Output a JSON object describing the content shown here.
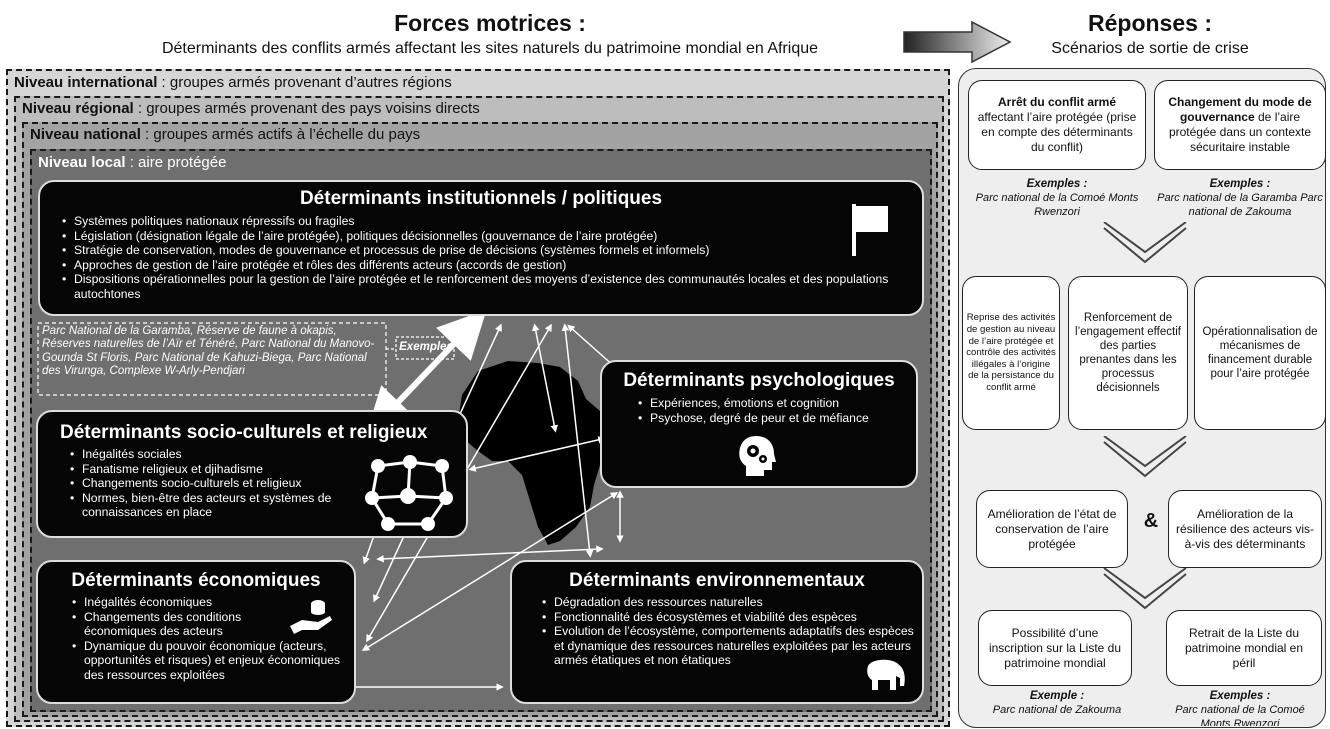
{
  "header": {
    "left_title": "Forces motrices :",
    "left_subtitle": "Déterminants des conflits armés affectant les sites naturels du patrimoine mondial en Afrique",
    "right_title": "Réponses :",
    "right_subtitle": "Scénarios de sortie de crise"
  },
  "levels": {
    "international": {
      "name": "Niveau international",
      "desc": " : groupes armés provenant  d’autres régions"
    },
    "regional": {
      "name": "Niveau régional",
      "desc": " : groupes armés provenant  des pays voisins directs"
    },
    "national": {
      "name": "Niveau national",
      "desc": " : groupes armés actifs à l’échelle du pays"
    },
    "local": {
      "name": "Niveau local",
      "desc": " : aire protégée"
    }
  },
  "determinants": {
    "institutional": {
      "title": "Déterminants institutionnels / politiques",
      "items": [
        "Systèmes politiques nationaux répressifs ou fragiles",
        "Législation (désignation légale de l’aire protégée), politiques décisionnelles (gouvernance de l’aire protégée)",
        "Stratégie de conservation, modes de gouvernance  et processus de prise de décisions (systèmes formels et informels)",
        "Approches de gestion de l’aire protégée et rôles des différents acteurs (accords de gestion)",
        "Dispositions opérationnelles  pour la gestion de l’aire protégée et le renforcement  des moyens d’existence des communautés locales et des populations autochtones"
      ]
    },
    "psychological": {
      "title": "Déterminants psychologiques",
      "items": [
        "Expériences, émotions et cognition",
        "Psychose, degré de peur et de méfiance"
      ]
    },
    "sociocultural": {
      "title": "Déterminants socio-culturels et religieux",
      "items": [
        "Inégalités sociales",
        "Fanatisme religieux et djihadisme",
        "Changements  socio-culturels et religieux",
        "Normes, bien-être des acteurs et systèmes de connaissances en place"
      ]
    },
    "economic": {
      "title": "Déterminants économiques",
      "items": [
        "Inégalités économiques",
        "Changements des conditions économiques des acteurs",
        "Dynamique du pouvoir économique (acteurs, opportunités et risques) et enjeux économiques des ressources exploitées"
      ]
    },
    "environmental": {
      "title": "Déterminants environnementaux",
      "items": [
        "Dégradation  des ressources naturelles",
        "Fonctionnalité des écosystèmes et viabilité des espèces",
        "Evolution de l’écosystème, comportements adaptatifs des espèces et dynamique des ressources naturelles exploitées par les acteurs armés étatiques et non étatiques"
      ]
    }
  },
  "examples_box": {
    "text": "Parc National de la Garamba, Réserve de faune à okapis, Réserves naturelles de l’Aïr et Ténéré, Parc National du Manovo-Gounda St Floris, Parc National de Kahuzi-Biega, Parc National des Virunga, Complexe W-Arly-Pendjari",
    "label": "Exemples"
  },
  "responses": {
    "stage1": [
      {
        "bold": "Arrêt du conflit armé",
        "rest": " affectant l’aire protégée (prise en compte des déterminants du conflit)"
      },
      {
        "bold": "Changement du mode de gouvernance",
        "rest": " de l’aire protégée dans un contexte sécuritaire instable"
      }
    ],
    "stage1_examples": [
      {
        "heading": "Exemples :",
        "text": "Parc national de la Comoé Monts Rwenzori"
      },
      {
        "heading": "Exemples :",
        "text": "Parc national de la Garamba Parc national de Zakouma"
      }
    ],
    "stage2": [
      "Reprise des activités de gestion au niveau de l’aire protégée et contrôle des activités illégales à l’origine de la persistance du conflit armé",
      "Renforcement de l’engagement effectif des parties prenantes dans les processus décisionnels",
      "Opérationnalisation de mécanismes de financement durable pour l’aire protégée"
    ],
    "stage3": [
      "Amélioration de l’état de conservation de l’aire protégée",
      "Amélioration de la résilience des acteurs vis-à-vis  des déterminants"
    ],
    "ampersand": "&",
    "stage4": [
      "Possibilité d’une inscription sur la Liste du patrimoine mondial",
      "Retrait de la Liste du patrimoine mondial en péril"
    ],
    "stage4_examples": [
      {
        "heading": "Exemple :",
        "text": "Parc national de Zakouma"
      },
      {
        "heading": "Exemples :",
        "text": "Parc national de la Comoé Monts Rwenzori"
      }
    ]
  },
  "icons": [
    "flag-icon",
    "network-icon",
    "head-gears-icon",
    "coins-hand-icon",
    "elephant-icon",
    "africa-map",
    "right-arrow-icon",
    "chevron-down-icon"
  ]
}
